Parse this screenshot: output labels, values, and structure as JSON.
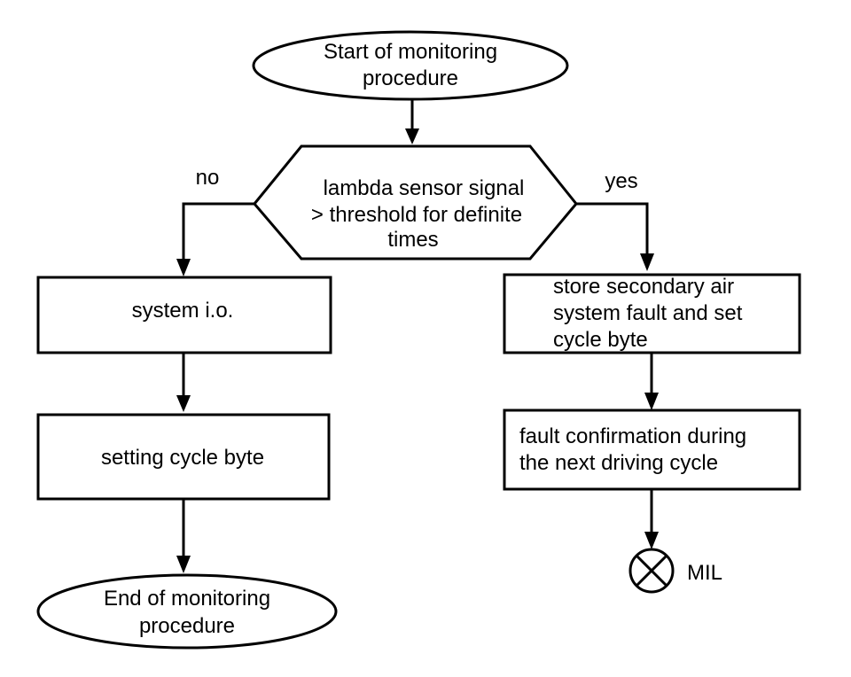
{
  "nodes": {
    "start": {
      "line1": "Start of monitoring",
      "line2": "procedure"
    },
    "decision": {
      "line1": "lambda sensor signal",
      "line2": "> threshold for definite",
      "line3": "times"
    },
    "system_io": {
      "label": "system i.o."
    },
    "setting_cycle": {
      "label": "setting cycle byte"
    },
    "end": {
      "line1": "End of monitoring",
      "line2": "procedure"
    },
    "store_fault": {
      "line1": "store secondary air",
      "line2": "system fault and set",
      "line3": "cycle byte"
    },
    "confirm_fault": {
      "line1": "fault confirmation during",
      "line2": "the next driving cycle"
    },
    "mil": {
      "label": "MIL",
      "icon": "lamp-cross-icon"
    }
  },
  "branches": {
    "no": "no",
    "yes": "yes"
  }
}
